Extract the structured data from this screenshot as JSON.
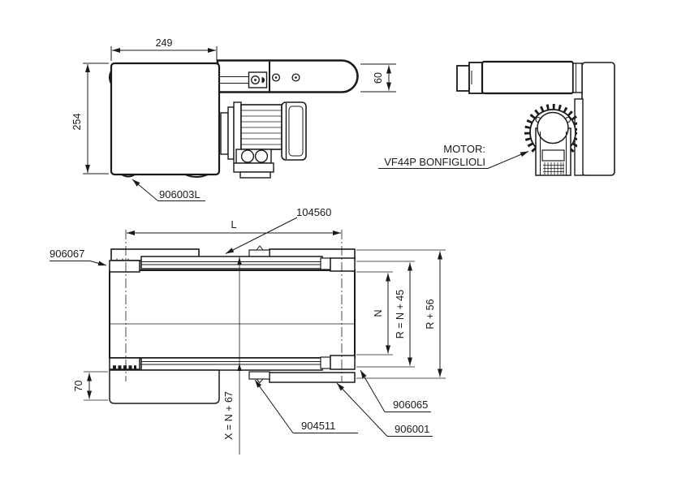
{
  "page": {
    "background": "#ffffff",
    "line_color": "#1a1a1a"
  },
  "side_view": {
    "dims": {
      "width": "249",
      "height": "254",
      "arm_height": "60"
    },
    "label_body": "906003L"
  },
  "end_view": {
    "motor_note": {
      "line1": "MOTOR:",
      "line2": "VF44P BONFIGLIOLI"
    }
  },
  "top_view": {
    "dims": {
      "length": "L",
      "inner_width": "N",
      "roller_width": "R = N + 45",
      "overall_width": "R + 56",
      "foot_width": "70",
      "x_width": "X = N + 67"
    },
    "labels": {
      "belt": "104560",
      "left_block": "906067",
      "right_block": "906065",
      "frame": "906001",
      "tab": "904511"
    }
  }
}
